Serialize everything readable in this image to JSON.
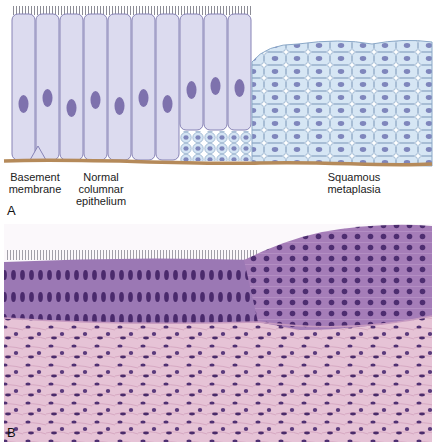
{
  "diagram": {
    "labels": [
      "Basement membrane",
      "Normal columnar epithelium",
      "Squamous metaplasia",
      "A",
      "B"
    ]
  }
}
